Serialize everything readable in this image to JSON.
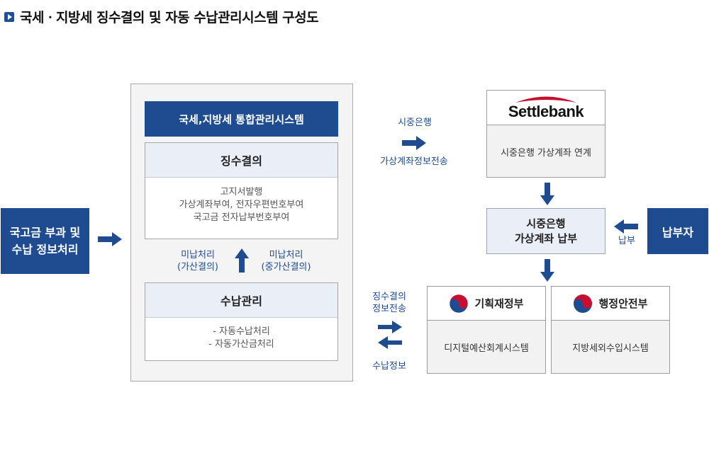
{
  "title": "국세ㆍ지방세 징수결의 및 자동 수납관리시스템 구성도",
  "left_box": {
    "line1": "국고금 부과 및",
    "line2": "수납 정보처리"
  },
  "system": {
    "header": "국세,지방세 통합관리시스템",
    "collection": {
      "title": "징수결의",
      "items": [
        "고지서발행",
        "가상계좌부여, 전자우편번호부여",
        "국고금 전자납부번호부여"
      ]
    },
    "unpaid_left": {
      "line1": "미납처리",
      "line2": "(가산결의)"
    },
    "unpaid_right": {
      "line1": "미납처리",
      "line2": "(중가산결의)"
    },
    "receipt": {
      "title": "수납관리",
      "items": [
        "- 자동수납처리",
        "- 자동가산금처리"
      ]
    }
  },
  "flow_to_bank": {
    "top": "시중은행",
    "bottom": "가상계좌정보전송"
  },
  "settlebank": {
    "logo": "Settlebank",
    "body": "시중은행 가상계좌 연계"
  },
  "payment_box": {
    "line1": "시중은행",
    "line2": "가상계좌 납부"
  },
  "payer": {
    "label": "납부자",
    "arrow_label": "납부"
  },
  "exchange": {
    "top_line1": "징수결의",
    "top_line2": "정보전송",
    "bottom": "수납정보"
  },
  "partner_left": {
    "logo": "기획재정부",
    "body": "디지털예산회계시스템"
  },
  "partner_right": {
    "logo": "행정안전부",
    "body": "지방세외수입시스템"
  },
  "colors": {
    "navy": "#1f4c91",
    "light_blue": "#e9eef7",
    "arrow_blue": "#1f4c91",
    "brand_red": "#c8102e"
  },
  "icons": [
    "play-icon",
    "arrow-right-icon",
    "arrow-up-icon",
    "arrow-down-icon",
    "arrow-left-icon",
    "settlebank-swoosh-icon",
    "taegeuk-icon"
  ]
}
